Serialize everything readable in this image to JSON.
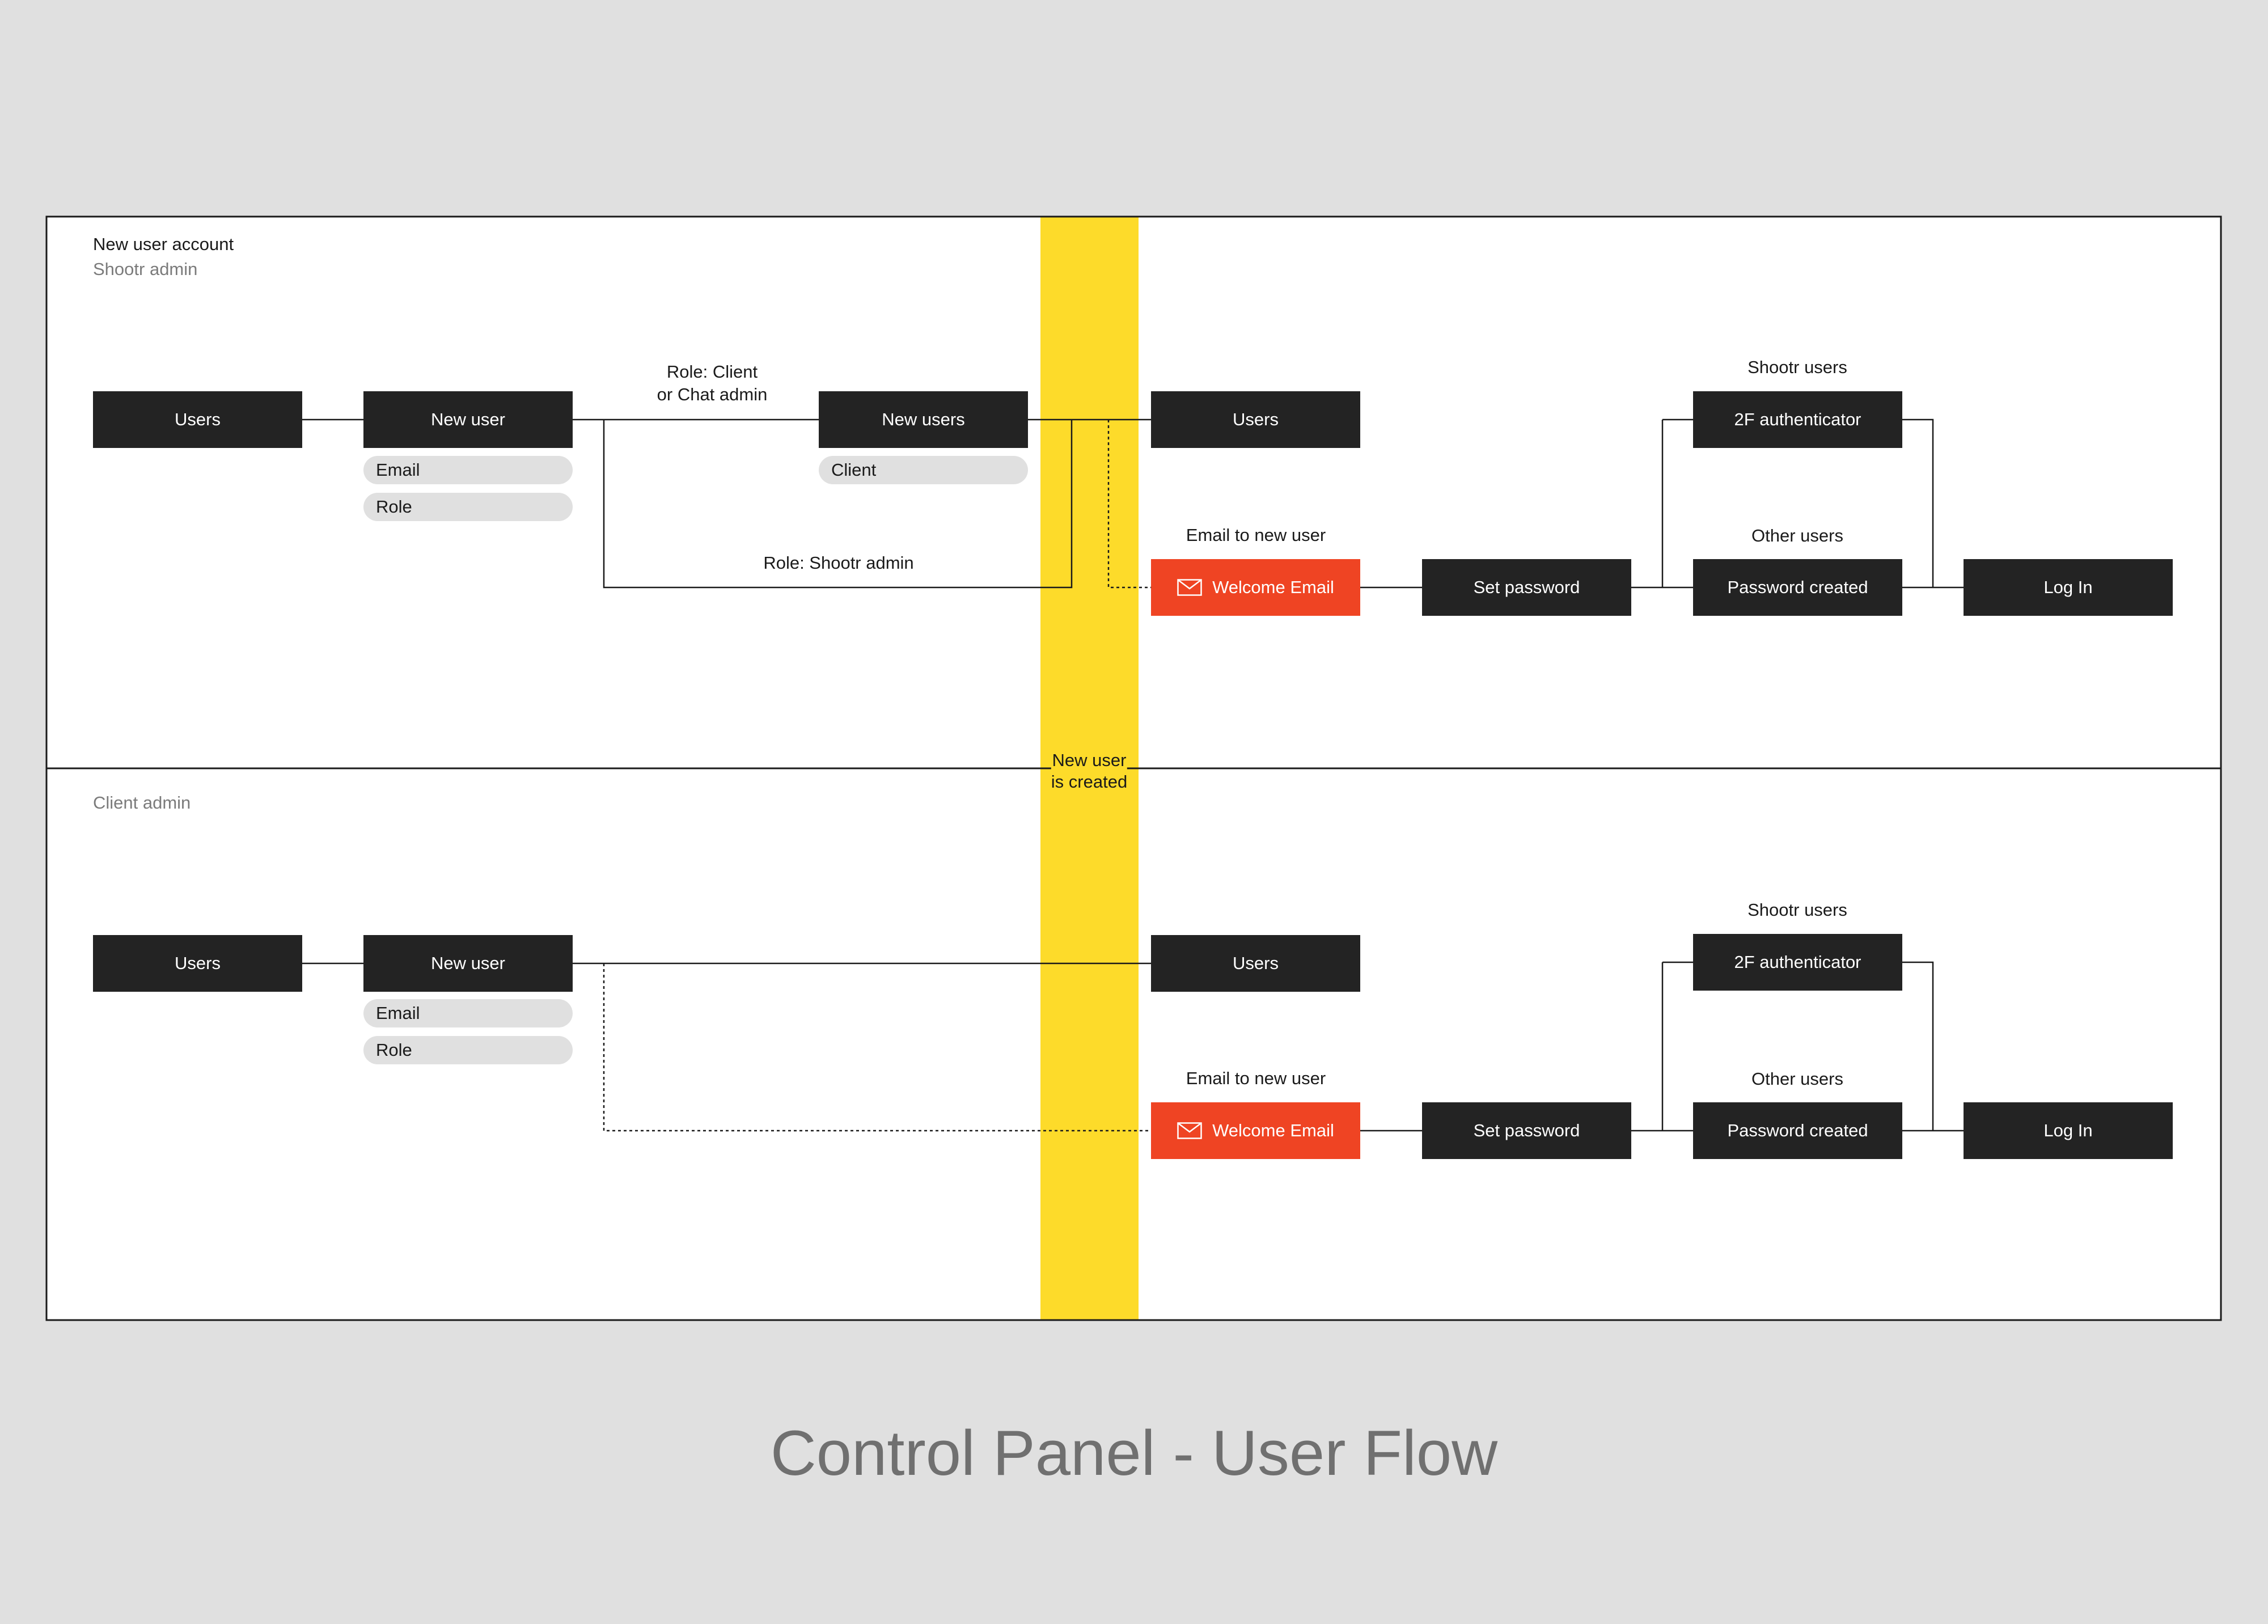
{
  "title": "Control Panel - User Flow",
  "milestone": {
    "line1": "New user",
    "line2": "is created"
  },
  "colors": {
    "background": "#e0e0e0",
    "node": "#232323",
    "email_node": "#ef4423",
    "milestone_band": "#fddb2a",
    "pill": "#e0e0e0"
  },
  "lanes": {
    "shootr": {
      "heading": "New user account",
      "subheading": "Shootr admin",
      "users": "Users",
      "new_user": "New user",
      "email_field": "Email",
      "role_field": "Role",
      "role_client_line1": "Role: Client",
      "role_client_line2": "or Chat admin",
      "new_users": "New users",
      "client_field": "Client",
      "role_shootr_admin": "Role: Shootr admin",
      "users_target": "Users",
      "email_to_new_user": "Email to new user",
      "welcome_email": "Welcome Email",
      "set_password": "Set password",
      "shootr_users": "Shootr users",
      "two_factor": "2F authenticator",
      "other_users": "Other users",
      "password_created": "Password created",
      "log_in": "Log In"
    },
    "client": {
      "heading": "Client admin",
      "users": "Users",
      "new_user": "New user",
      "email_field": "Email",
      "role_field": "Role",
      "users_target": "Users",
      "email_to_new_user": "Email to new user",
      "welcome_email": "Welcome Email",
      "set_password": "Set password",
      "shootr_users": "Shootr users",
      "two_factor": "2F authenticator",
      "other_users": "Other users",
      "password_created": "Password created",
      "log_in": "Log In"
    }
  }
}
